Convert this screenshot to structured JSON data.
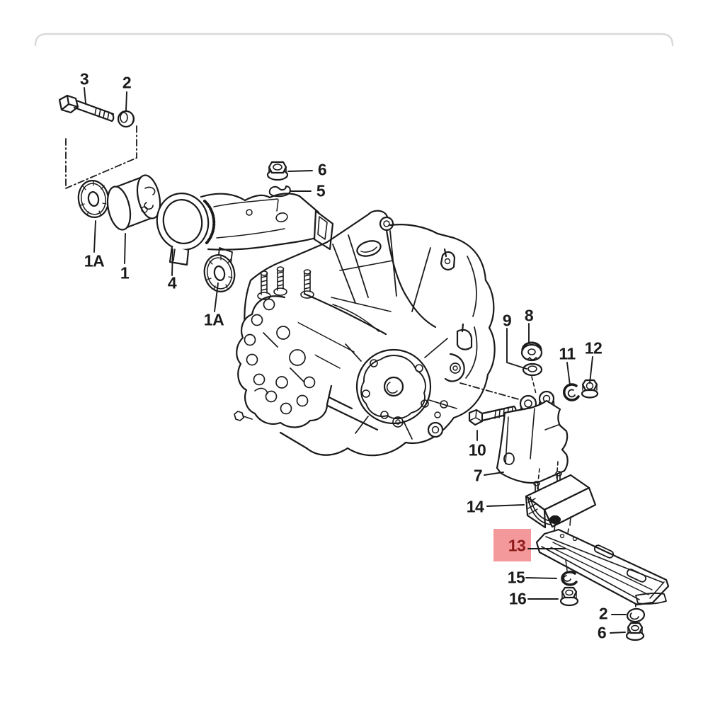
{
  "theme": {
    "bg": "#ffffff",
    "line-color": "#1a1a1a",
    "frame-color": "#d9d9d9",
    "highlight-bg": "#f4999b",
    "highlight-text": "#8e1b1b"
  },
  "diagram": {
    "type": "exploded-parts-diagram",
    "highlighted_part": "13"
  },
  "labels": [
    {
      "id": "3",
      "text": "3"
    },
    {
      "id": "2-top",
      "text": "2"
    },
    {
      "id": "6-top",
      "text": "6"
    },
    {
      "id": "5",
      "text": "5"
    },
    {
      "id": "1a-left",
      "text": "1A"
    },
    {
      "id": "1",
      "text": "1"
    },
    {
      "id": "4",
      "text": "4"
    },
    {
      "id": "1a-right",
      "text": "1A"
    },
    {
      "id": "9",
      "text": "9"
    },
    {
      "id": "8",
      "text": "8"
    },
    {
      "id": "11",
      "text": "11"
    },
    {
      "id": "12",
      "text": "12"
    },
    {
      "id": "10",
      "text": "10"
    },
    {
      "id": "7",
      "text": "7"
    },
    {
      "id": "14",
      "text": "14"
    },
    {
      "id": "13",
      "text": "13",
      "highlighted": true
    },
    {
      "id": "15",
      "text": "15"
    },
    {
      "id": "16",
      "text": "16"
    },
    {
      "id": "2-bottom",
      "text": "2"
    },
    {
      "id": "6-bottom",
      "text": "6"
    }
  ]
}
